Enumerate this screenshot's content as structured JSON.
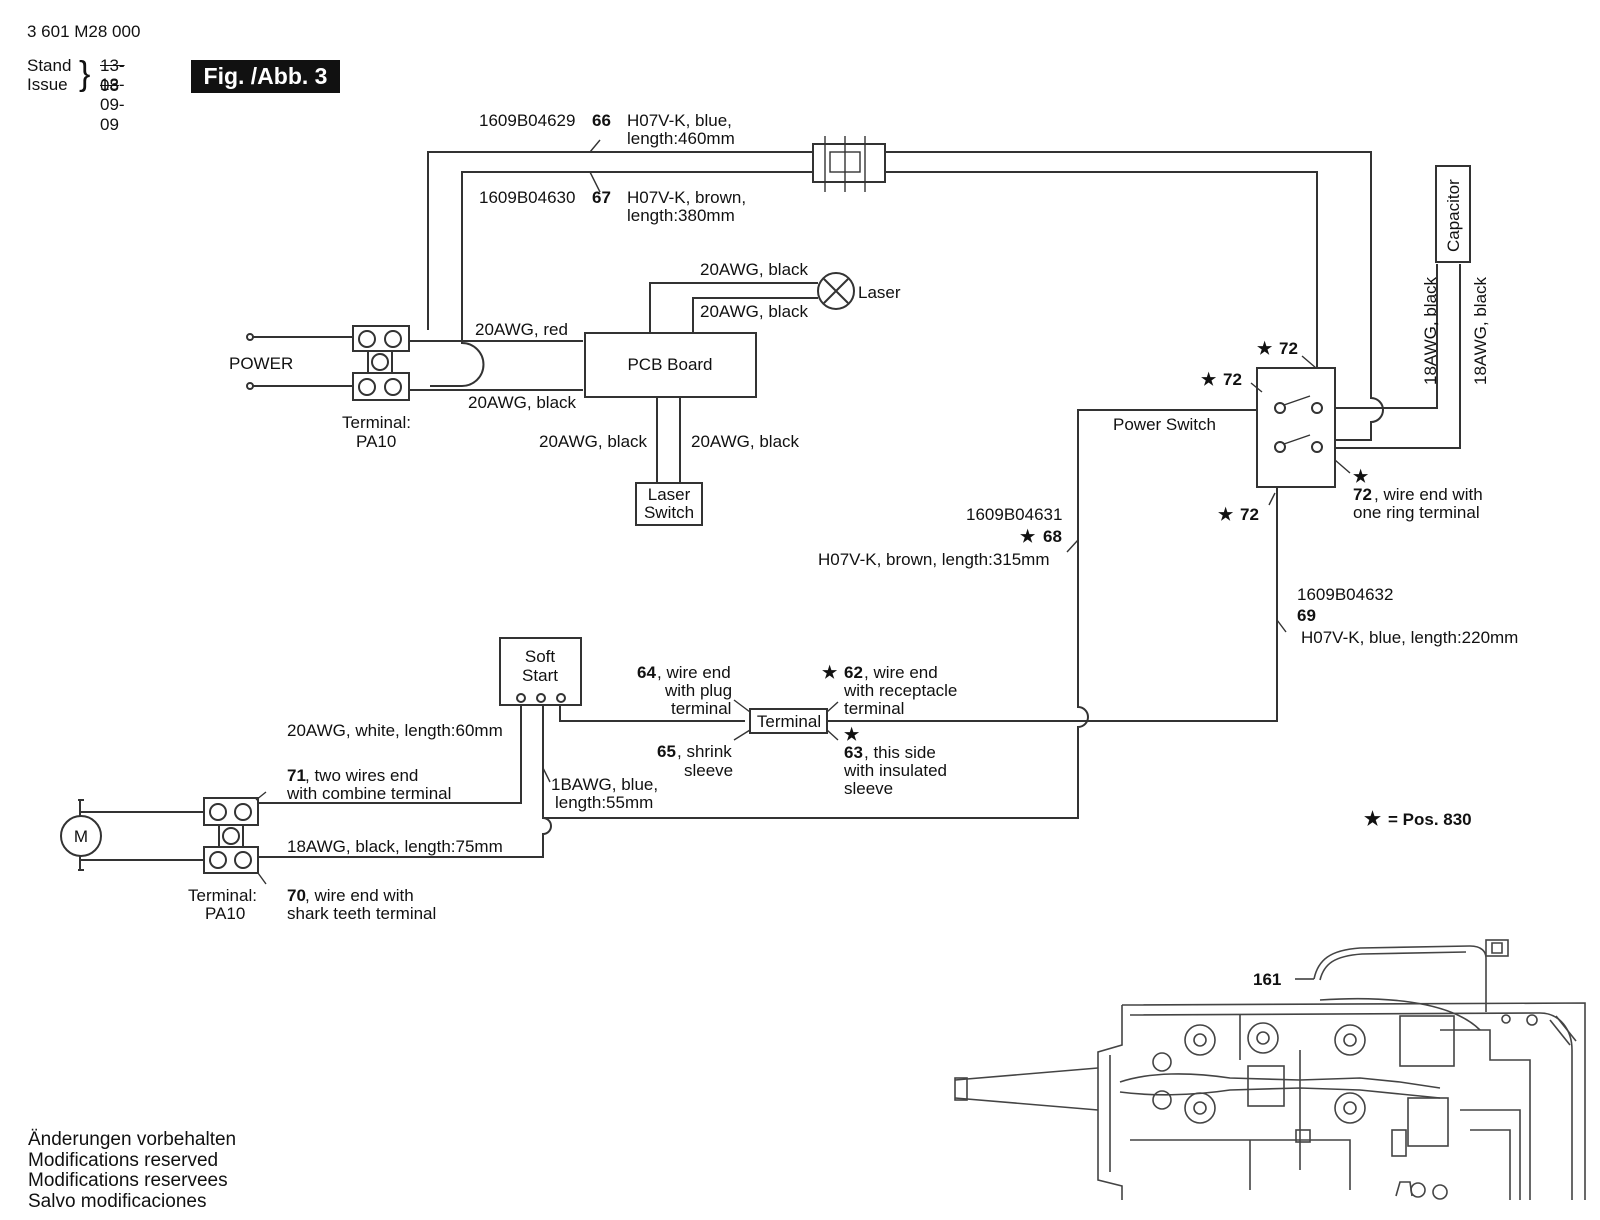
{
  "header": {
    "doc_number": "3 601 M28 000",
    "stand_label": "Stand",
    "issue_label": "Issue",
    "old_date": "13-08",
    "new_date": "13-09-09",
    "figure_label": "Fig. /Abb. 3"
  },
  "power": {
    "label": "POWER",
    "terminal_label": "Terminal:",
    "terminal_type": "PA10"
  },
  "wires": {
    "w66_code": "1609B04629",
    "w66_pos": "66",
    "w66_line1": "H07V-K, blue,",
    "w66_line2": "length:460mm",
    "w67_code": "1609B04630",
    "w67_pos": "67",
    "w67_line1": "H07V-K, brown,",
    "w67_line2": "length:380mm",
    "w68_code": "1609B04631",
    "w68_pos": "68",
    "w68_desc": "H07V-K, brown, length:315mm",
    "w69_code": "1609B04632",
    "w69_pos": "69",
    "w69_desc": "H07V-K, blue, length:220mm",
    "red20": "20AWG, red",
    "black20_pcb_power": "20AWG, black",
    "black20_laser_top": "20AWG, black",
    "black20_laser_bottom": "20AWG, black",
    "black20_switch_left": "20AWG, black",
    "black20_switch_right": "20AWG, black",
    "cap_wire_1": "18AWG, black",
    "cap_wire_2": "18AWG, black",
    "white20": "20AWG, white, length:60mm",
    "blue18_line1": "1BAWG, blue,",
    "blue18_line2": "length:55mm",
    "black18_motor": "18AWG, black, length:75mm"
  },
  "components": {
    "pcb": "PCB Board",
    "laser": "Laser",
    "laser_switch_line1": "Laser",
    "laser_switch_line2": "Switch",
    "capacitor": "Capacitor",
    "power_switch": "Power Switch",
    "soft_start_line1": "Soft",
    "soft_start_line2": "Start",
    "terminal": "Terminal",
    "motor": "M"
  },
  "callouts": {
    "p72": "72",
    "p72_ring_pos": "72",
    "p72_ring_line1": ", wire end with",
    "p72_ring_line2": "one ring terminal",
    "p64_pos": "64",
    "p64_line1": ", wire end",
    "p64_line2": "with plug",
    "p64_line3": "terminal",
    "p62_pos": "62",
    "p62_line1": ", wire end",
    "p62_line2": "with receptacle",
    "p62_line3": "terminal",
    "p65_pos": "65",
    "p65_line1": ", shrink",
    "p65_line2": "sleeve",
    "p63_pos": "63",
    "p63_line1": ", this side",
    "p63_line2": "with insulated",
    "p63_line3": "sleeve",
    "p71_pos": "71",
    "p71_line1": ", two wires end",
    "p71_line2": "with combine terminal",
    "p70_pos": "70",
    "p70_line1": ", wire end with",
    "p70_line2": "shark teeth terminal",
    "motor_terminal_label": "Terminal:",
    "motor_terminal_type": "PA10",
    "p161": "161",
    "legend": "= Pos. 830"
  },
  "notes": [
    "Änderungen vorbehalten",
    "Modifications reserved",
    "Modifications reservees",
    "Salvo modificaciones"
  ]
}
